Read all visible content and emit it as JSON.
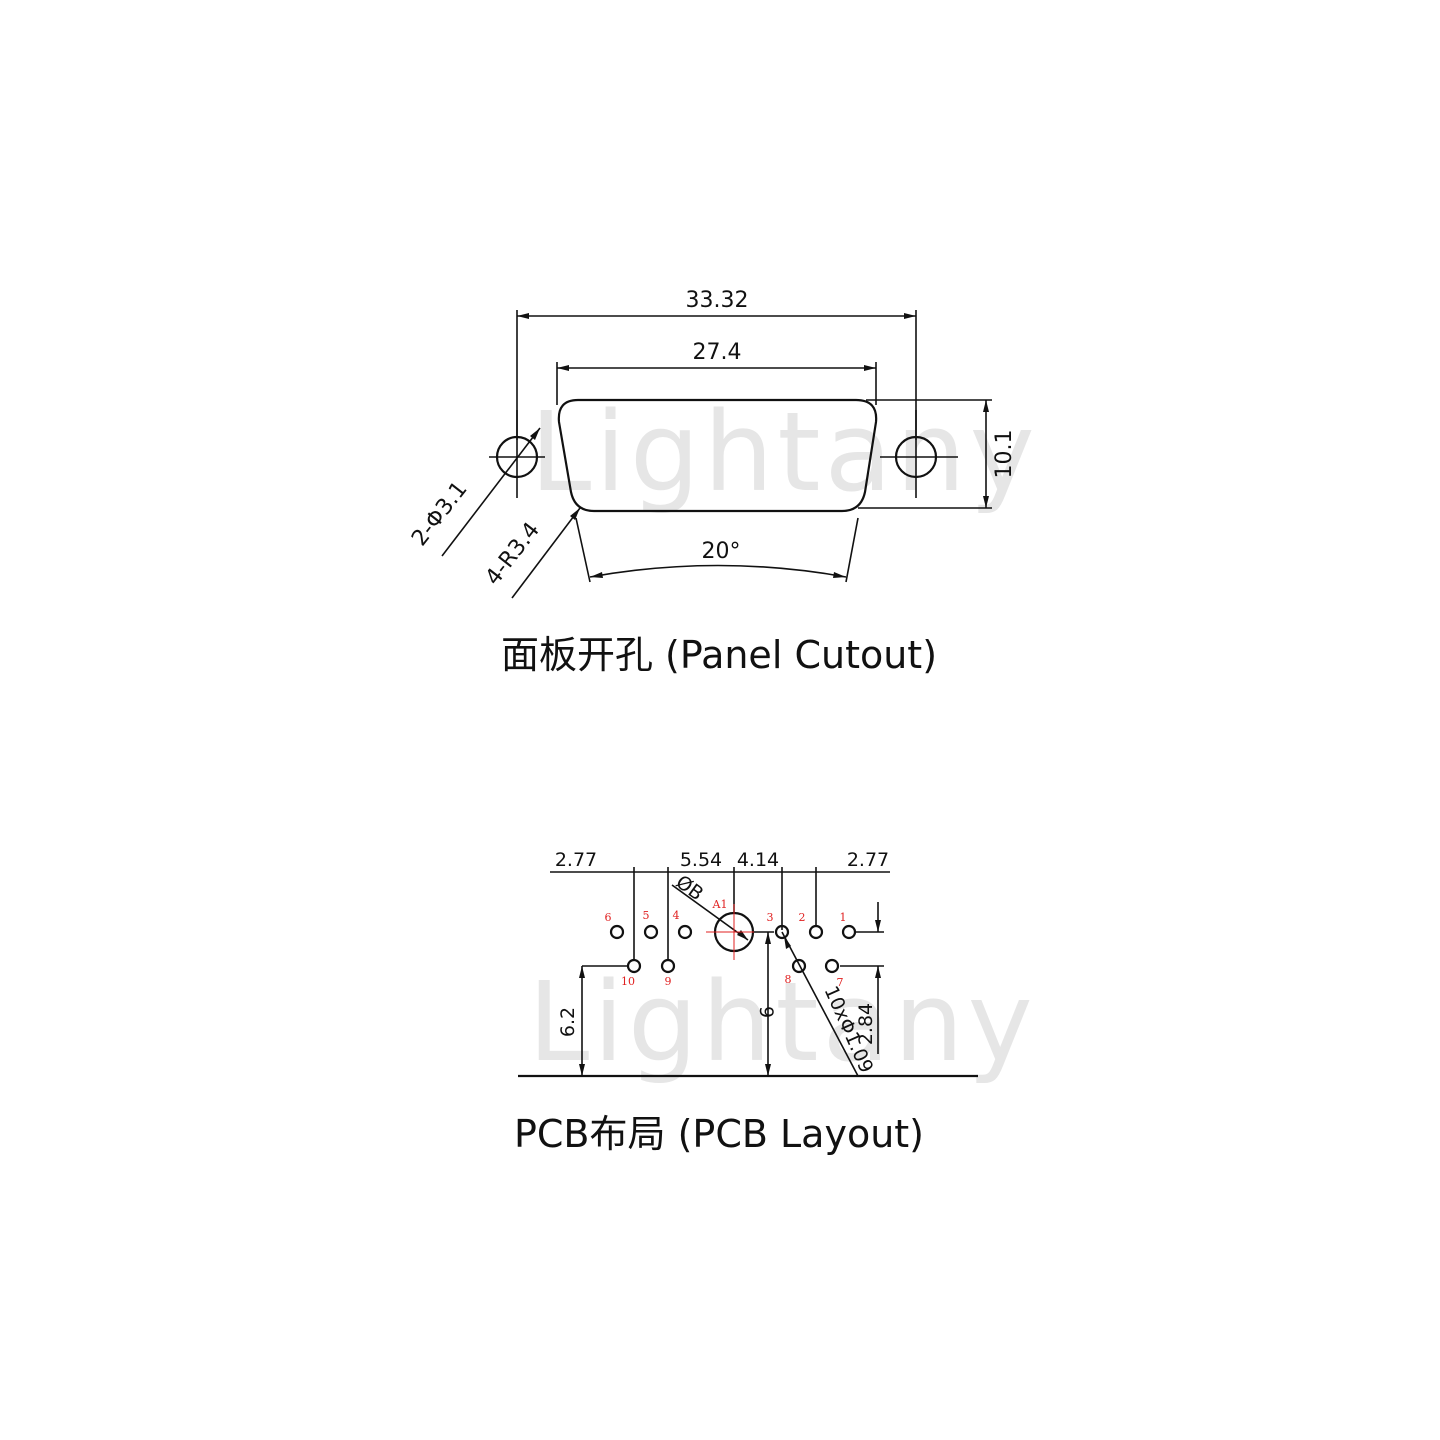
{
  "watermark": "Lightany",
  "panel_cutout": {
    "caption": "面板开孔 (Panel Cutout)",
    "dim_overall_width": "33.32",
    "dim_cutout_width": "27.4",
    "dim_height": "10.1",
    "dim_hole": "2-Φ3.1",
    "dim_radius": "4-R3.4",
    "dim_angle": "20°"
  },
  "pcb_layout": {
    "caption": "PCB布局 (PCB Layout)",
    "dim_left": "2.77",
    "dim_mid_left": "5.54",
    "dim_mid_right": "4.14",
    "dim_right": "2.77",
    "dim_phi_b": "ØB",
    "dim_a1_label": "A1",
    "dim_height_left": "6.2",
    "dim_height_center": "9",
    "dim_pin_holes": "10xΦ1.09",
    "dim_row_spacing": "2.84",
    "pin_labels": [
      "6",
      "5",
      "4",
      "3",
      "2",
      "1",
      "10",
      "9",
      "8",
      "7"
    ]
  }
}
